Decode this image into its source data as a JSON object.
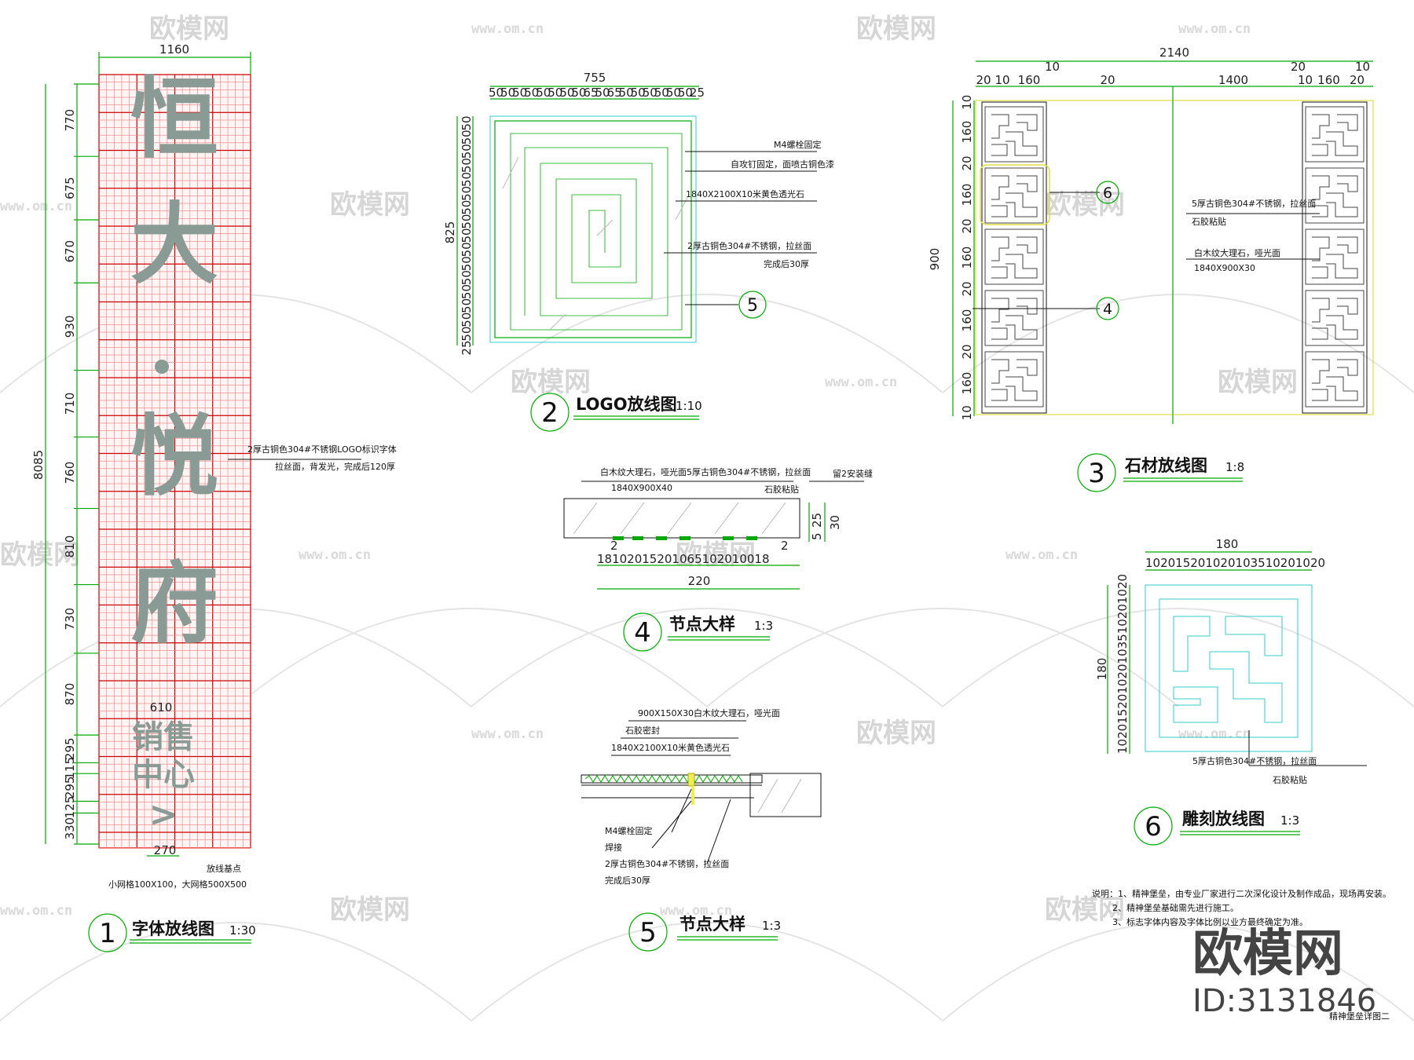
{
  "colors": {
    "cad_green": "#00aa00",
    "cad_cyan": "#33cccc",
    "cad_red": "#ee2222",
    "cad_yellow": "#dddd44",
    "lettering": "#8a9a94"
  },
  "watermarks": {
    "logo_text": "欧模网",
    "url": "www.om.cn",
    "corner_logo": "欧模网",
    "corner_id": "ID:3131846"
  },
  "d1": {
    "num": "1",
    "title": "字体放线图",
    "scale": "1:30",
    "top_dim": "1160",
    "total_dim": "8085",
    "side_dims": [
      "770",
      "675",
      "670",
      "930",
      "710",
      "760",
      "810",
      "730",
      "870",
      "295",
      "115",
      "295",
      "125",
      "330"
    ],
    "big_chars": [
      "恒",
      "大",
      "悦",
      "府"
    ],
    "small_dim": "610",
    "small_text_1": "销售",
    "small_text_2": "中心",
    "arrow": ">",
    "bottom_dim": "270",
    "note_1": "2厚古铜色304#不锈钢LOGO标识字体",
    "note_2": "拉丝面，背发光，完成后120厚",
    "start_point": "放线基点",
    "grid_note": "小网格100X100，大网格500X500"
  },
  "d2": {
    "num": "2",
    "title": "LOGO放线图",
    "scale": "1:10",
    "top_total": "755",
    "top_dims": [
      "50",
      "50",
      "50",
      "50",
      "50",
      "50",
      "50",
      "50",
      "65",
      "50",
      "65",
      "50",
      "50",
      "50",
      "50",
      "50",
      "50",
      "25"
    ],
    "left_dims": [
      "50",
      "50",
      "50",
      "50",
      "50",
      "50",
      "50",
      "50",
      "50",
      "50",
      "50",
      "50",
      "50",
      "50",
      "50",
      "50",
      "25"
    ],
    "left_total": "825",
    "note_1": "M4螺栓固定",
    "note_2": "自攻钉固定，面喷古铜色漆",
    "note_3": "1840X2100X10米黄色透光石",
    "note_4": "2厚古铜色304#不锈钢，拉丝面",
    "note_5": "完成后30厚",
    "callout": "5"
  },
  "d3": {
    "num": "3",
    "title": "石材放线图",
    "scale": "1:8",
    "top_total": "2140",
    "top_dims": [
      "20",
      "10",
      "160",
      "20",
      "1400",
      "10",
      "160",
      "20"
    ],
    "top_sub": [
      "10",
      "20",
      "10"
    ],
    "left_total": "900",
    "left_dims": [
      "10",
      "160",
      "20",
      "160",
      "20",
      "160",
      "20",
      "160",
      "20",
      "160",
      "10"
    ],
    "callout_6": "6",
    "callout_4": "4",
    "note_1": "5厚古铜色304#不锈钢，拉丝面",
    "note_2": "石胶粘贴",
    "note_3": "白木纹大理石，哑光面",
    "note_4": "1840X900X30"
  },
  "d4": {
    "num": "4",
    "title": "节点大样",
    "scale": "1:3",
    "note_1": "白木纹大理石，哑光面",
    "note_2": "1840X900X40",
    "note_3": "5厚古铜色304#不锈钢，拉丝面",
    "note_4": "石胶粘贴",
    "note_5": "留2安装缝",
    "bottom_dims": "18102015201065102010018",
    "left_mark": "2",
    "right_mark": "2",
    "total": "220",
    "r_dim_1": "5",
    "r_dim_2": "25",
    "r_dim_3": "30"
  },
  "d5": {
    "num": "5",
    "title": "节点大样",
    "scale": "1:3",
    "note_1": "900X150X30白木纹大理石，哑光面",
    "note_2": "石胶密封",
    "note_3": "1840X2100X10米黄色透光石",
    "note_4": "M4螺栓固定",
    "note_5": "焊接",
    "note_6": "2厚古铜色304#不锈钢，拉丝面",
    "note_7": "完成后30厚"
  },
  "d6": {
    "num": "6",
    "title": "雕刻放线图",
    "scale": "1:3",
    "top_total": "180",
    "top_dims": "102015201020103510201020",
    "left_total": "180",
    "left_dims": "102015201020103510201020",
    "note_1": "5厚古铜色304#不锈钢，拉丝面",
    "note_2": "石胶粘贴"
  },
  "notes": {
    "line_1": "说明：1、精神堡垒，由专业厂家进行二次深化设计及制作成品，现场再安装。",
    "line_2": "2、精神堡垒基础需先进行施工。",
    "line_3": "3、标志字体内容及字体比例以业方最终确定为准。"
  },
  "sheet_name": "精神堡垒详图二"
}
